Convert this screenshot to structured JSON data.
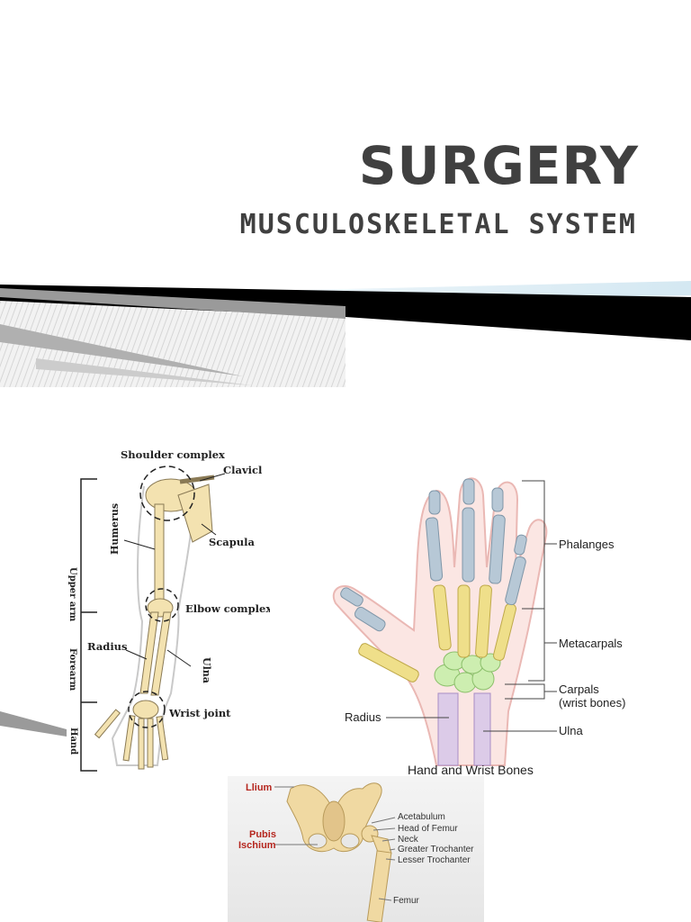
{
  "slide": {
    "title": "SURGERY",
    "subtitle": "MUSCULOSKELETAL SYSTEM"
  },
  "arm_figure": {
    "labels": {
      "shoulder_complex": "Shoulder complex",
      "clavicle": "Clavicl",
      "humerus": "Humerus",
      "scapula": "Scapula",
      "elbow_complex": "Elbow complex",
      "radius": "Radius",
      "ulna": "Ulna",
      "wrist_joint": "Wrist joint",
      "upper_arm": "Upper arm",
      "forearm": "Forearm",
      "hand": "Hand"
    }
  },
  "hand_figure": {
    "labels": {
      "phalanges": "Phalanges",
      "metacarpals": "Metacarpals",
      "carpals": "Carpals",
      "carpals_note": "(wrist bones)",
      "radius": "Radius",
      "ulna": "Ulna"
    },
    "caption": "Hand and Wrist Bones"
  },
  "pelvis_figure": {
    "labels": {
      "ilium": "Llium",
      "pubis": "Pubis",
      "ischium": "Ischium",
      "acetabulum": "Acetabulum",
      "head_of_femur": "Head of Femur",
      "neck": "Neck",
      "greater_trochanter": "Greater Trochanter",
      "lesser_trochanter": "Lesser Trochanter",
      "femur": "Femur"
    }
  },
  "colors": {
    "title_text": "#404040",
    "bone": "#f3e2b0",
    "phalanx": "#b7c8d6",
    "metacarpal": "#efdf8a",
    "carpal": "#cdeeb0",
    "forearm_bone": "#c9b3d9",
    "label_red": "#b5261e"
  }
}
